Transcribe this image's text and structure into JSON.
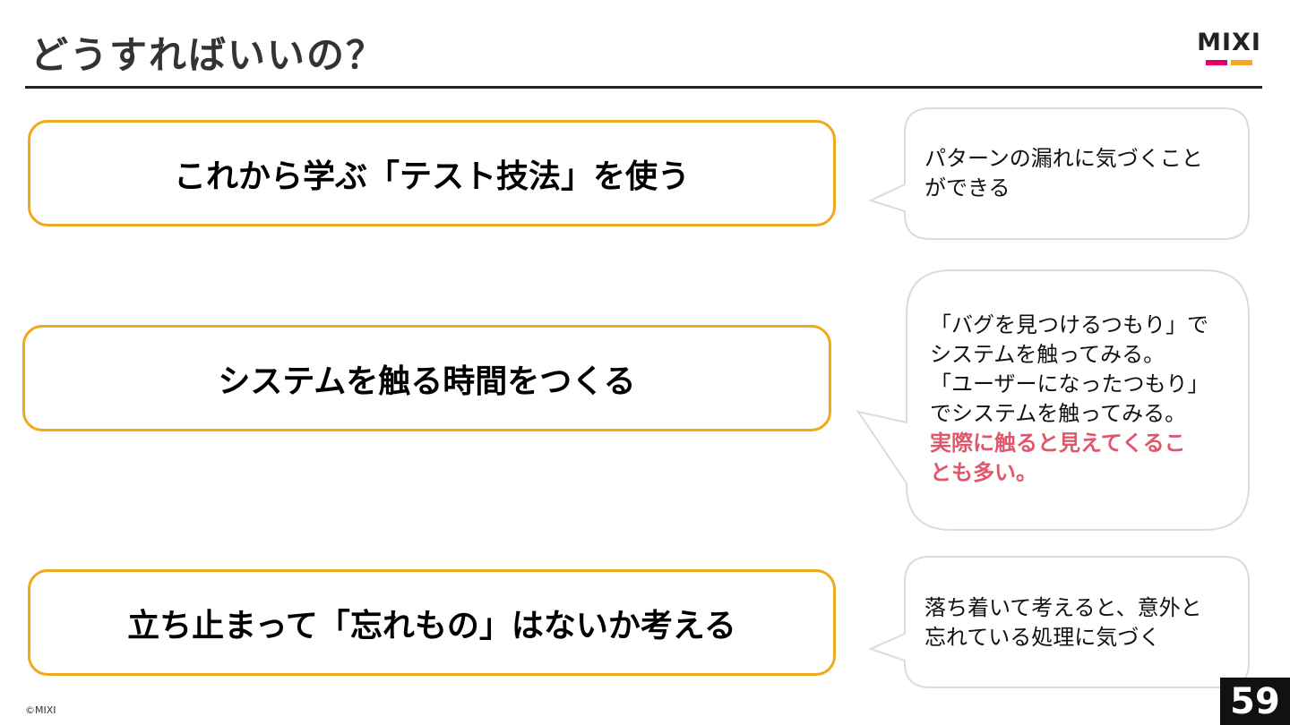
{
  "slide": {
    "title": "どうすればいいの？",
    "copyright": "©MIXI",
    "page_number": "59",
    "logo_text": "MIXI"
  },
  "points": [
    {
      "label": "これから学ぶ「テスト技法」を使う"
    },
    {
      "label": "システムを触る時間をつくる"
    },
    {
      "label": "立ち止まって「忘れもの」はないか考える"
    }
  ],
  "bubbles": [
    {
      "lines": [
        "パターンの漏れに気づくこと",
        "ができる"
      ]
    },
    {
      "lines": [
        "「バグを見つけるつもり」で",
        "システムを触ってみる。",
        "「ユーザーになったつもり」",
        "でシステムを触ってみる。"
      ],
      "highlight_lines": [
        "実際に触ると見えてくるこ",
        "とも多い。"
      ]
    },
    {
      "lines": [
        "落ち着いて考えると、意外と",
        "忘れている処理に気づく"
      ]
    }
  ],
  "colors": {
    "accent_orange": "#f0a81e",
    "highlight_pink": "#e0576b",
    "logo_pink": "#e5006e",
    "logo_orange": "#f5a623"
  }
}
